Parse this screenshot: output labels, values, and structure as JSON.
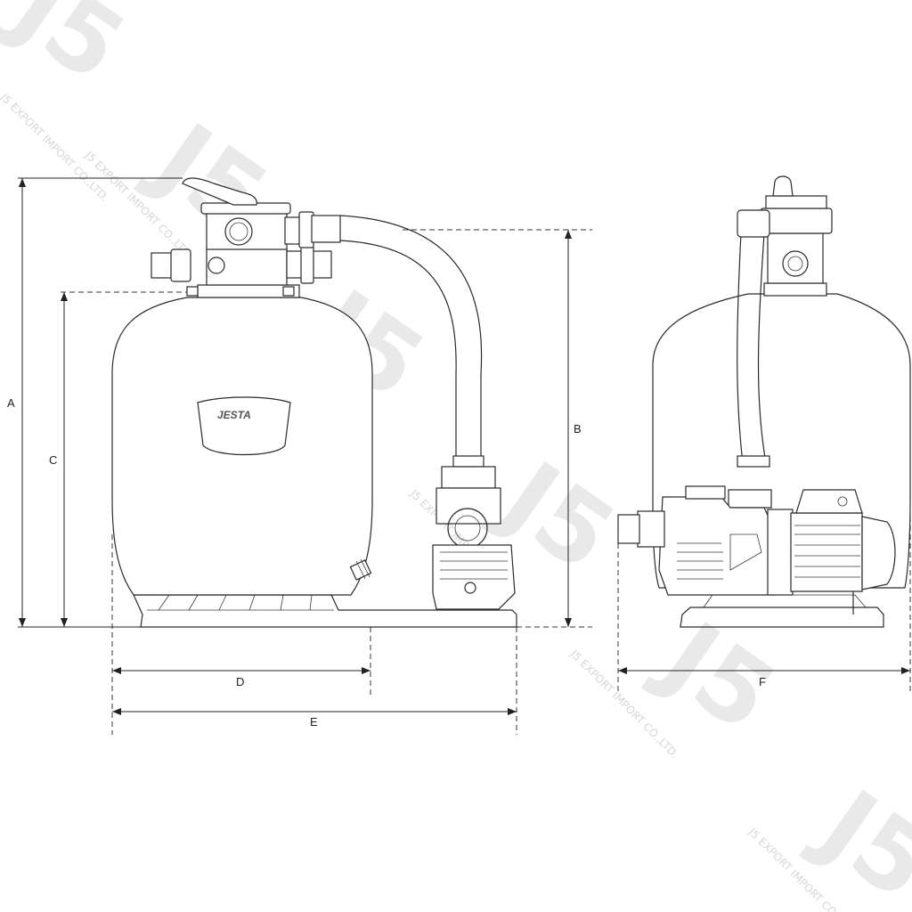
{
  "dimensions": {
    "A": "A",
    "B": "B",
    "C": "C",
    "D": "D",
    "E": "E",
    "F": "F"
  },
  "brand_logo": "JESTA",
  "watermark": {
    "mark": "J5",
    "text": "J5 EXPORT IMPORT CO.,LTD."
  },
  "colors": {
    "line": "#2a2a2a",
    "background": "#ffffff",
    "watermark": "#d6d6d6"
  }
}
